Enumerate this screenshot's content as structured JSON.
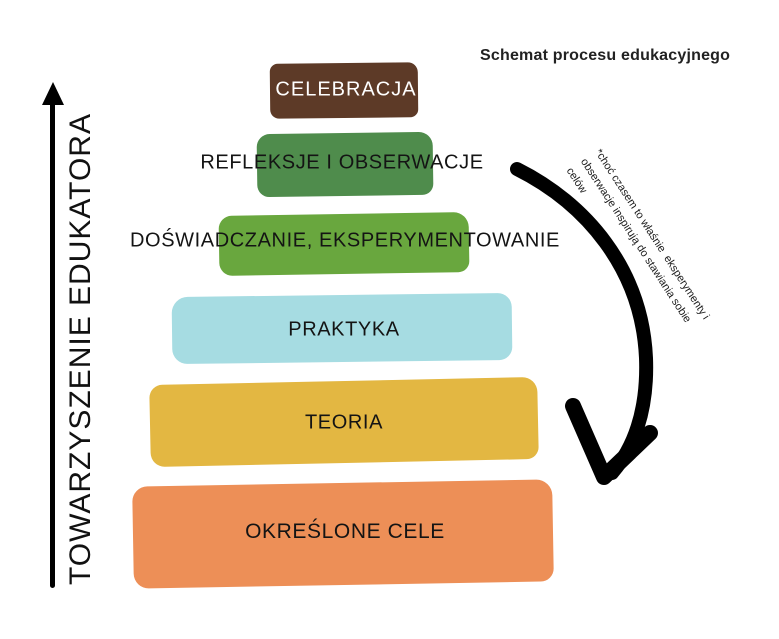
{
  "header": {
    "title": "Schemat procesu edukacyjnego"
  },
  "axis": {
    "label": "TOWARZYSZENIE EDUKATORA"
  },
  "pyramid": {
    "levels": [
      {
        "label": "CELEBRACJA",
        "color": "#5d3a27",
        "text_color": "#ffffff"
      },
      {
        "label": "REFLEKSJE I OBSERWACJE",
        "color": "#4f8c4c",
        "text_color": "#141414"
      },
      {
        "label": "DOŚWIADCZANIE, EKSPERYMENTOWANIE",
        "color": "#69a73e",
        "text_color": "#141414"
      },
      {
        "label": "PRAKTYKA",
        "color": "#a6dce2",
        "text_color": "#141414"
      },
      {
        "label": "TEORIA",
        "color": "#e3b742",
        "text_color": "#141414"
      },
      {
        "label": "OKREŚLONE CELE",
        "color": "#ed8f57",
        "text_color": "#141414"
      }
    ]
  },
  "annotation": {
    "lines": [
      "*choć czasem to właśnie  eksperymenty i",
      "obserwacje inspirują do stawiania sobie",
      "celów"
    ]
  },
  "arrow": {
    "color": "#000000"
  }
}
